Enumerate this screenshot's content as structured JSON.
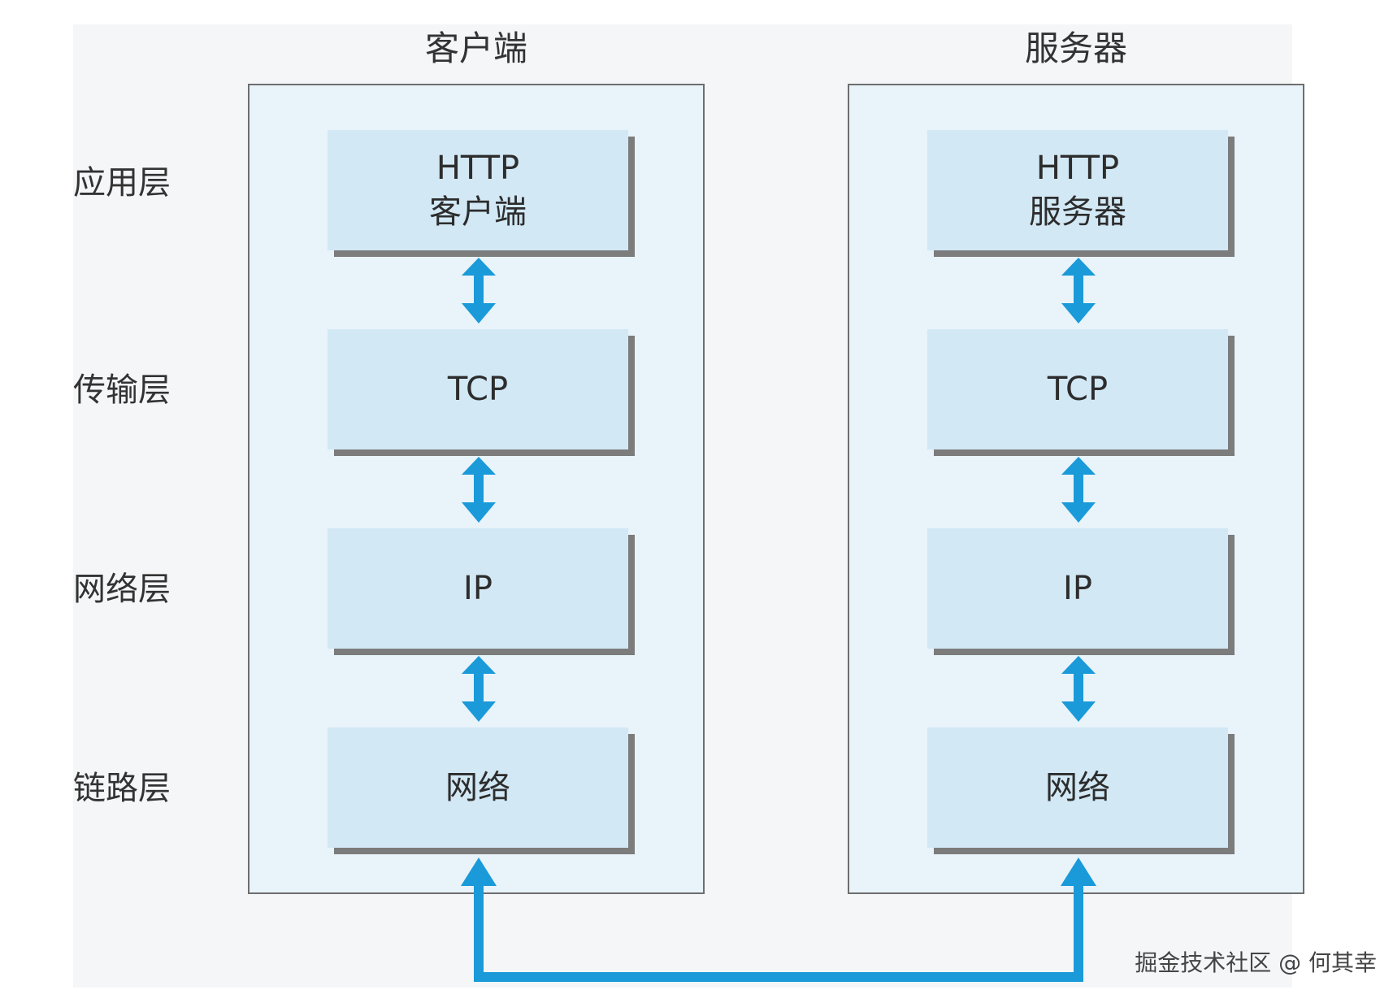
{
  "columns": [
    {
      "title": "客户端",
      "boxes": [
        {
          "line1": "HTTP",
          "line2": "客户端"
        },
        {
          "line1": "TCP",
          "line2": ""
        },
        {
          "line1": "IP",
          "line2": ""
        },
        {
          "line1": "网络",
          "line2": ""
        }
      ]
    },
    {
      "title": "服务器",
      "boxes": [
        {
          "line1": "HTTP",
          "line2": "服务器"
        },
        {
          "line1": "TCP",
          "line2": ""
        },
        {
          "line1": "IP",
          "line2": ""
        },
        {
          "line1": "网络",
          "line2": ""
        }
      ]
    }
  ],
  "layers": [
    "应用层",
    "传输层",
    "网络层",
    "链路层"
  ],
  "colors": {
    "arrow": "#1a9ad9",
    "panel_bg": "#e8f3fa",
    "box_bg": "#d2e8f5",
    "box_shadow": "#7c7c7c"
  },
  "watermark": "掘金技术社区 @ 何其幸"
}
